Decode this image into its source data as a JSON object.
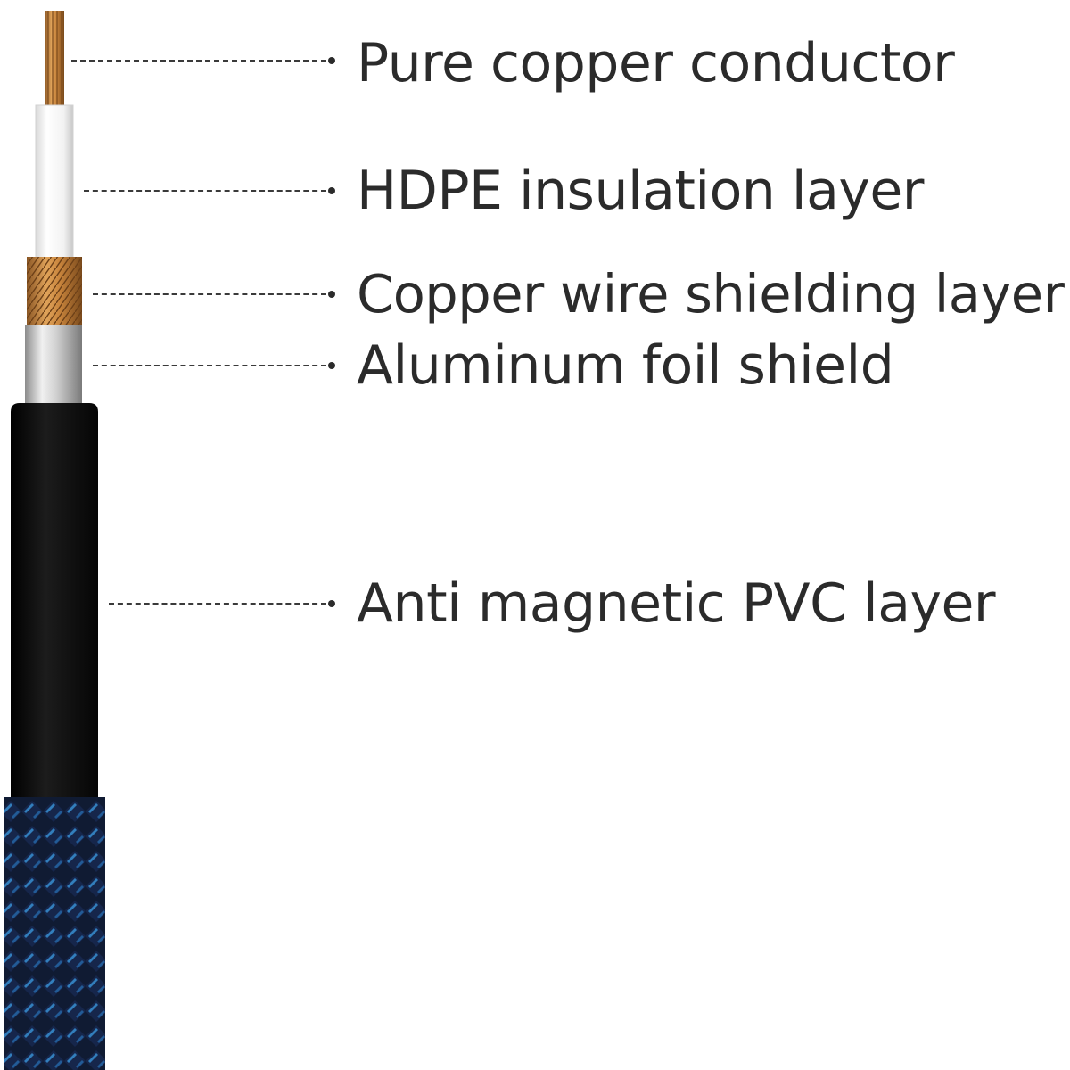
{
  "labels": {
    "conductor": "Pure copper conductor",
    "insulation": "HDPE insulation layer",
    "copper_shield": "Copper wire shielding layer",
    "foil_shield": "Aluminum foil shield",
    "pvc": "Anti magnetic PVC layer"
  },
  "colors": {
    "text": "#2b2b2b",
    "copper": "#c8843c",
    "copper_dark": "#8a5624",
    "insulation": "#f4f4f4",
    "aluminum": "#c9c9c9",
    "pvc": "#0c0c0c",
    "braid_navy": "#14213f",
    "braid_blue": "#2f8fe0"
  }
}
